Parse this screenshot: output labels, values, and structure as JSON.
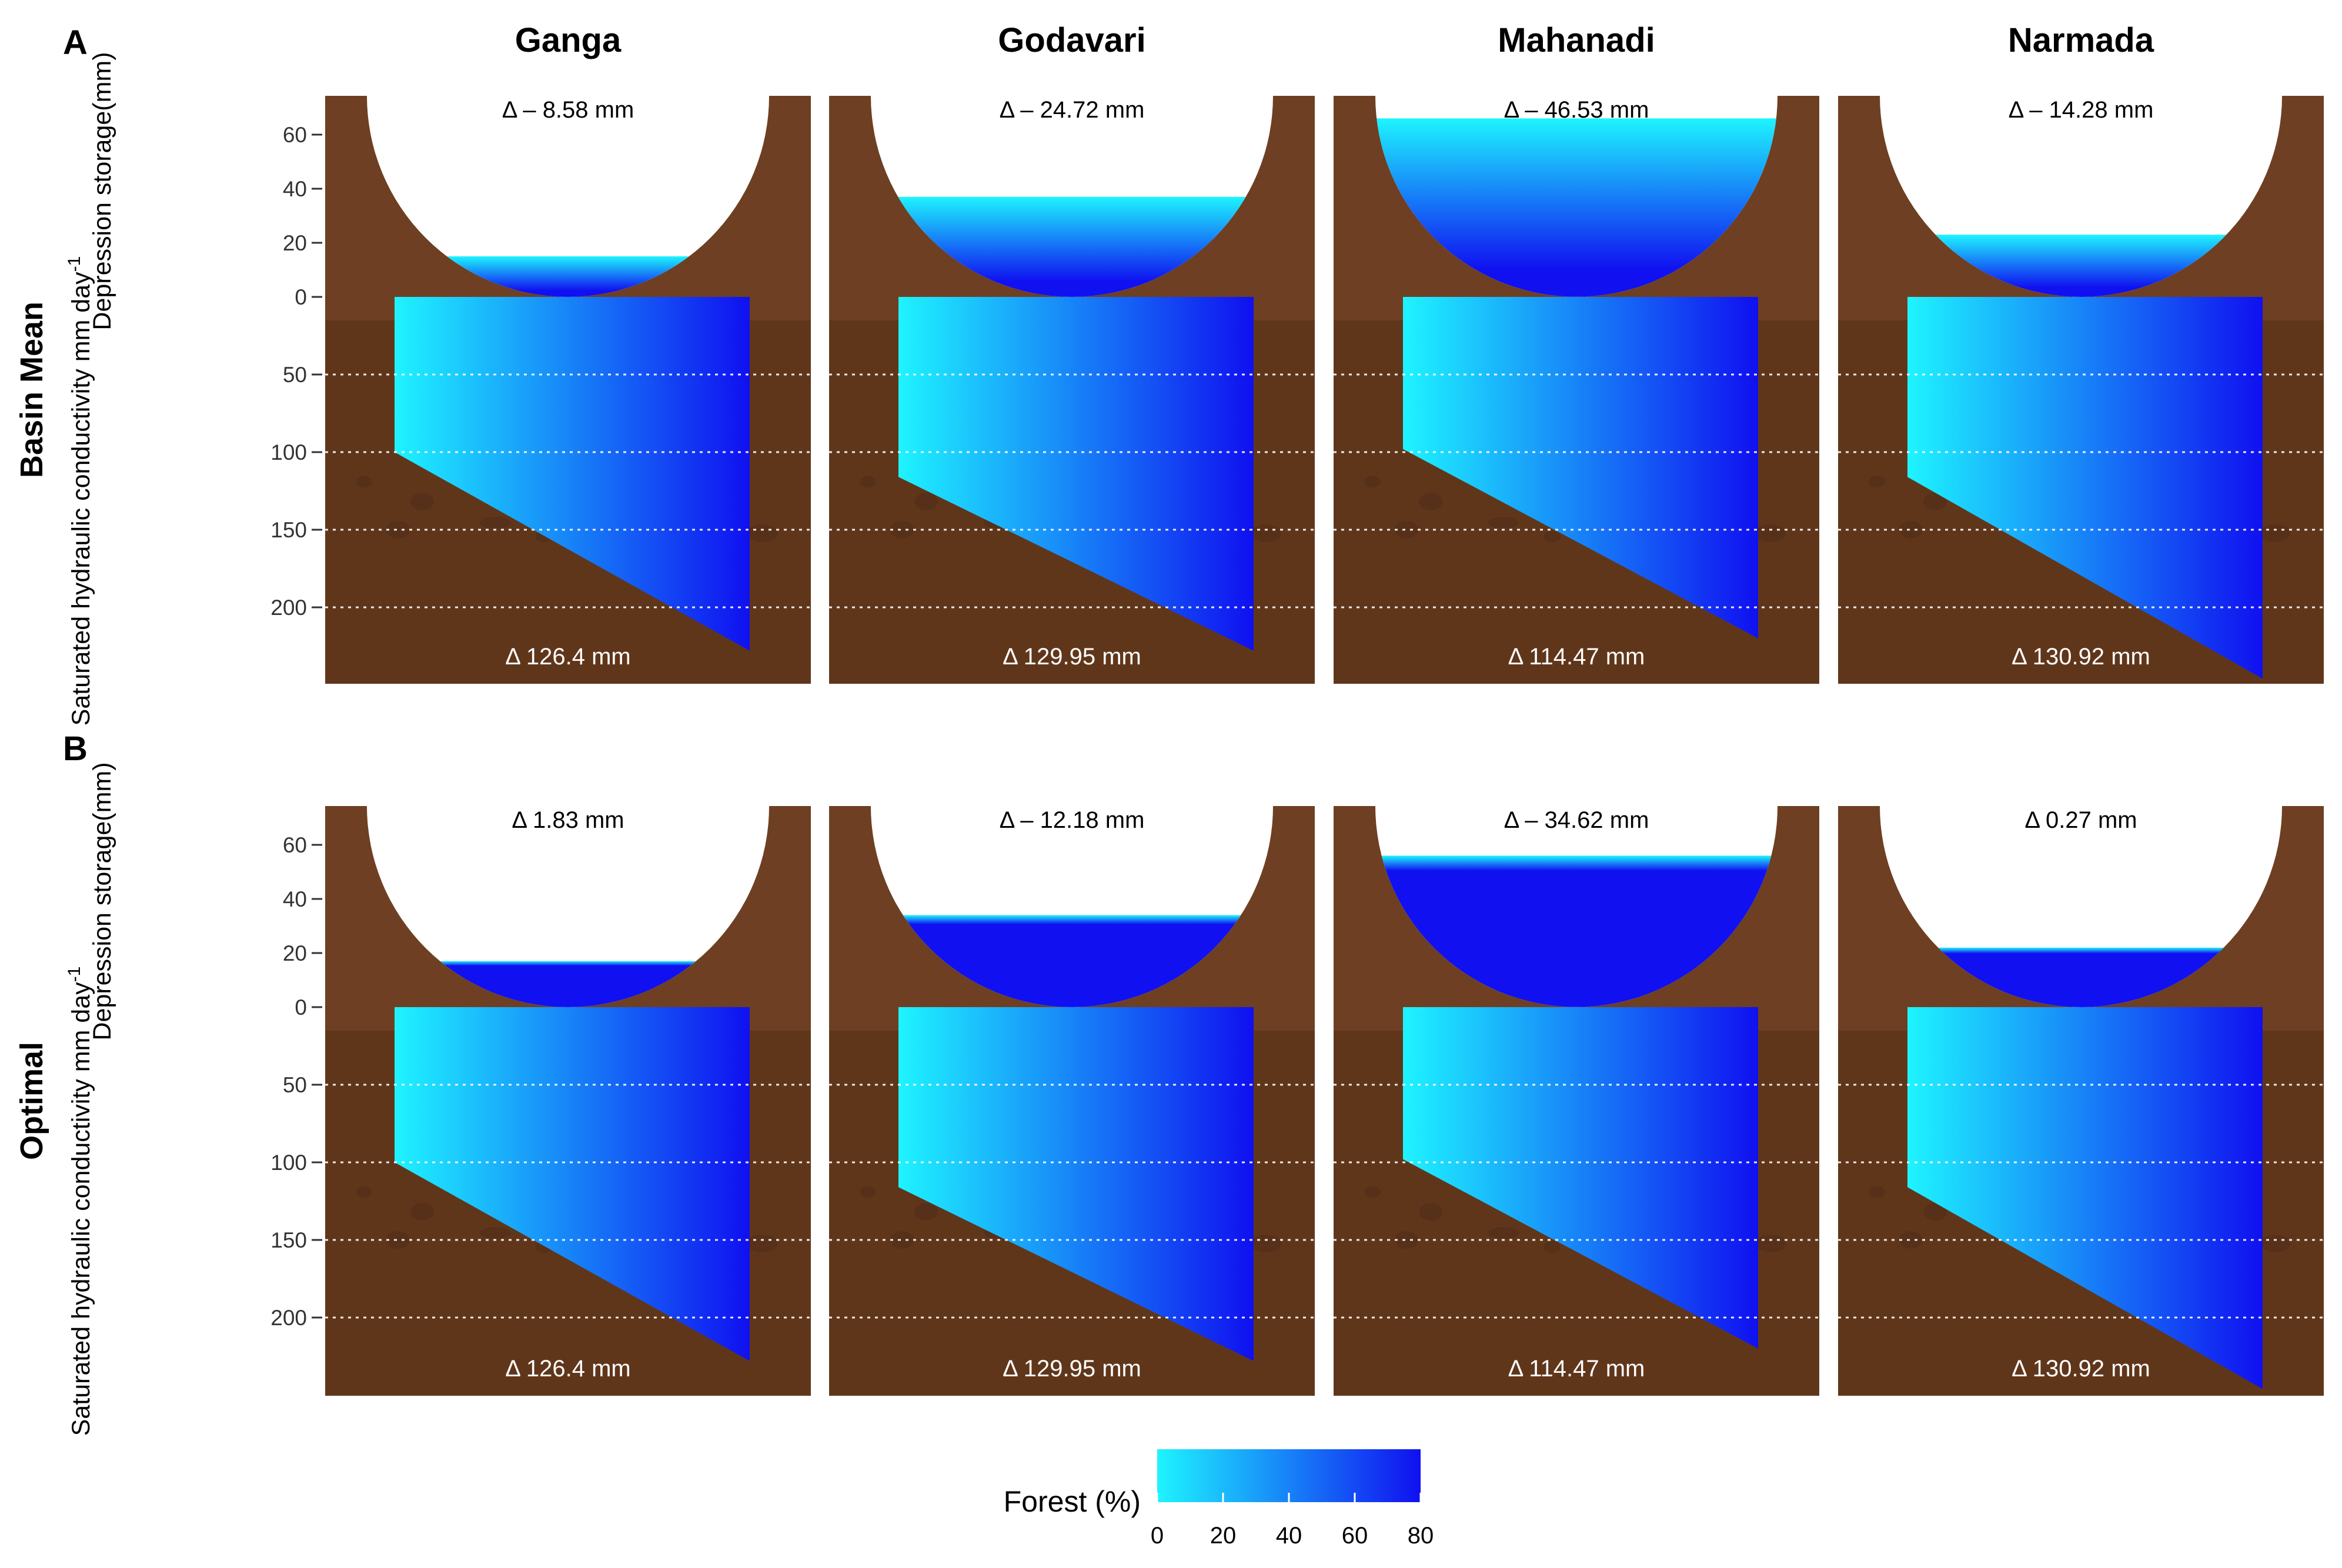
{
  "panels": {
    "A": "A",
    "B": "B"
  },
  "rows": [
    {
      "panel": "A",
      "label": "Basin Mean",
      "ylabel_top": "Depression storage(mm)",
      "ylabel_bottom_main": "Saturated hydraulic conductivity mm day",
      "ylabel_bottom_sup": "-1"
    },
    {
      "panel": "B",
      "label": "Optimal",
      "ylabel_top": "Depression storage(mm)",
      "ylabel_bottom_main": "Saturated hydraulic conductivity mm day",
      "ylabel_bottom_sup": "-1"
    }
  ],
  "colors": {
    "soil": "#6e3f22",
    "soil_dark": "#4f2c15",
    "forest_low": "#1ef4ff",
    "forest_high": "#1010f0"
  },
  "chart_data": {
    "type": "area",
    "columns": [
      "Ganga",
      "Godavari",
      "Mahanadi",
      "Narmada"
    ],
    "depression_axis": {
      "ticks": [
        0,
        20,
        40,
        60
      ],
      "ylim": [
        0,
        73
      ]
    },
    "ksat_axis": {
      "ticks": [
        0,
        50,
        100,
        150,
        200
      ],
      "ylim": [
        0,
        250
      ],
      "grid": "dotted"
    },
    "legend": {
      "title": "Forest (%)",
      "ticks": [
        0,
        20,
        40,
        60,
        80
      ],
      "range": [
        0,
        80
      ],
      "placement": "bottom-center"
    },
    "panels": [
      {
        "row": "Basin Mean",
        "series": [
          {
            "basin": "Ganga",
            "depression_storage_level": 15,
            "depression_delta": "Δ – 8.58 mm",
            "ksat_forest0": 100,
            "ksat_forest80": 228,
            "ksat_delta": "Δ 126.4 mm"
          },
          {
            "basin": "Godavari",
            "depression_storage_level": 37,
            "depression_delta": "Δ – 24.72 mm",
            "ksat_forest0": 116,
            "ksat_forest80": 228,
            "ksat_delta": "Δ 129.95 mm"
          },
          {
            "basin": "Mahanadi",
            "depression_storage_level": 66,
            "depression_delta": "Δ – 46.53 mm",
            "ksat_forest0": 98,
            "ksat_forest80": 220,
            "ksat_delta": "Δ 114.47 mm"
          },
          {
            "basin": "Narmada",
            "depression_storage_level": 23,
            "depression_delta": "Δ – 14.28 mm",
            "ksat_forest0": 116,
            "ksat_forest80": 246,
            "ksat_delta": "Δ 130.92 mm"
          }
        ]
      },
      {
        "row": "Optimal",
        "series": [
          {
            "basin": "Ganga",
            "depression_storage_level": 17,
            "depression_delta": "Δ 1.83 mm",
            "ksat_forest0": 100,
            "ksat_forest80": 228,
            "ksat_delta": "Δ 126.4 mm"
          },
          {
            "basin": "Godavari",
            "depression_storage_level": 34,
            "depression_delta": "Δ – 12.18 mm",
            "ksat_forest0": 116,
            "ksat_forest80": 228,
            "ksat_delta": "Δ 129.95 mm"
          },
          {
            "basin": "Mahanadi",
            "depression_storage_level": 56,
            "depression_delta": "Δ – 34.62 mm",
            "ksat_forest0": 98,
            "ksat_forest80": 220,
            "ksat_delta": "Δ 114.47 mm"
          },
          {
            "basin": "Narmada",
            "depression_storage_level": 22,
            "depression_delta": "Δ 0.27 mm",
            "ksat_forest0": 116,
            "ksat_forest80": 246,
            "ksat_delta": "Δ 130.92 mm"
          }
        ]
      }
    ]
  }
}
